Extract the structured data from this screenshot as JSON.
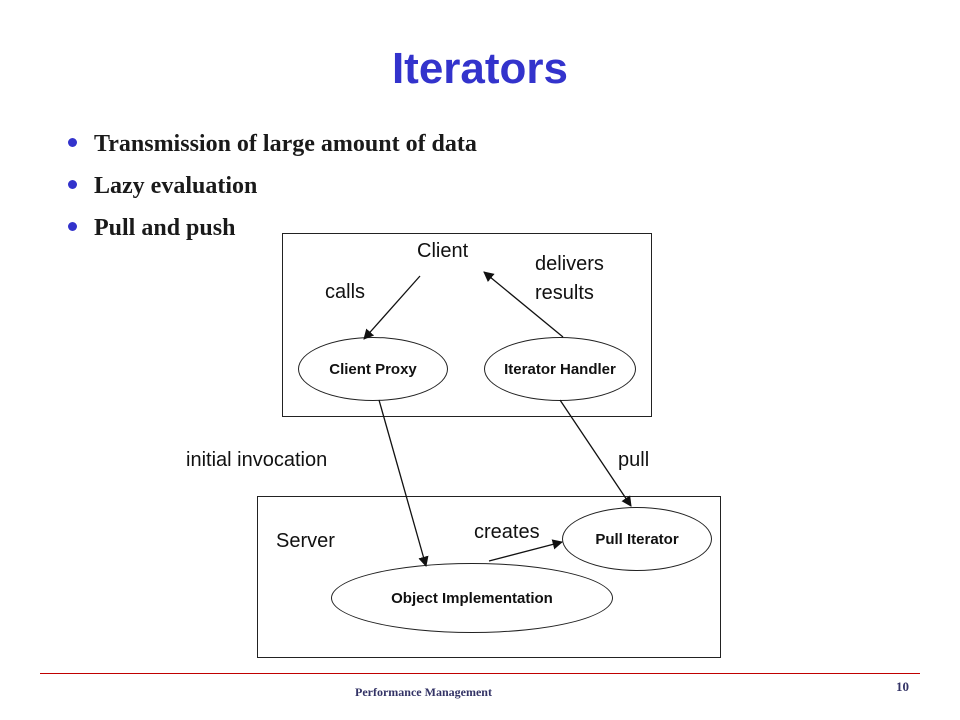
{
  "slide": {
    "title": "Iterators",
    "bullets": [
      "Transmission of large amount of data",
      "Lazy evaluation",
      "Pull and push"
    ]
  },
  "diagram": {
    "client_box": {
      "label": "Client",
      "calls_label": "calls",
      "delivers_label_line1": "delivers",
      "delivers_label_line2": "results",
      "client_proxy": "Client Proxy",
      "iterator_handler": "Iterator Handler"
    },
    "between": {
      "initial_invocation": "initial invocation",
      "pull": "pull"
    },
    "server_box": {
      "label": "Server",
      "creates_label": "creates",
      "pull_iterator": "Pull Iterator",
      "object_implementation": "Object Implementation"
    }
  },
  "footer": {
    "text": "Performance Management",
    "page_number": "10"
  }
}
